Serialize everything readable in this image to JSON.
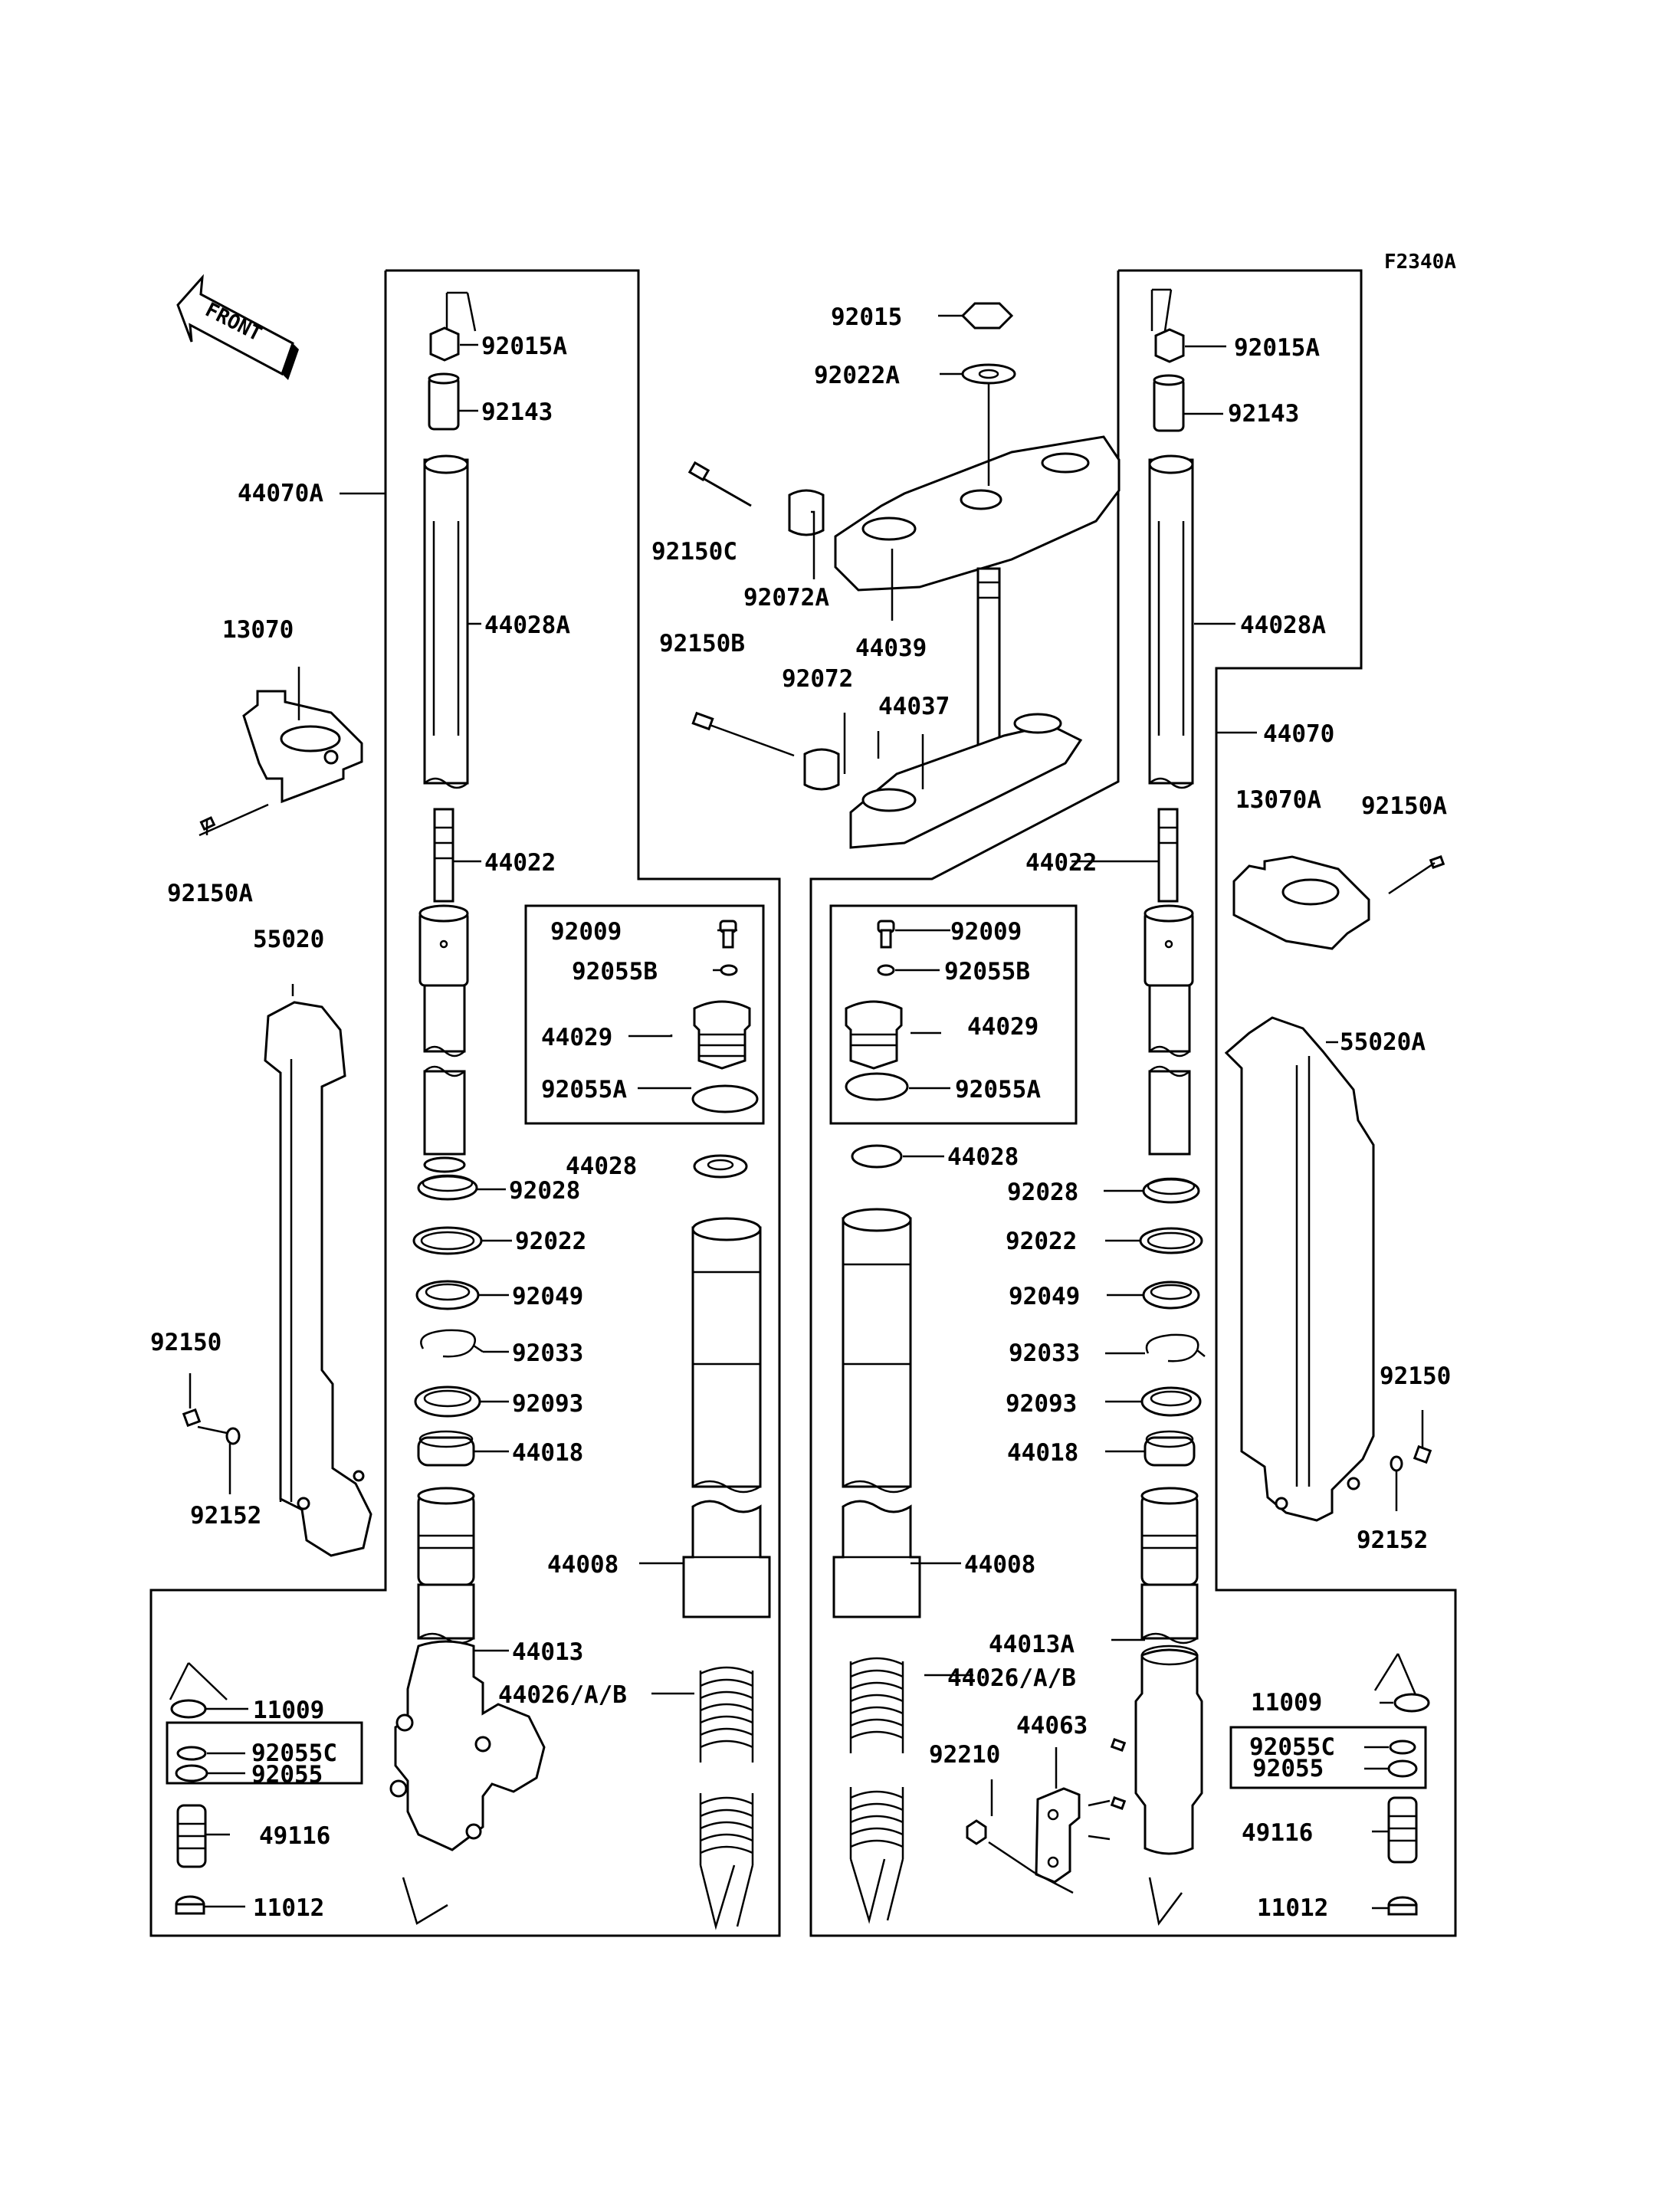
{
  "diagram_code": "F2340A",
  "front_arrow_label": "FRONT",
  "labels": {
    "l_92015A": "92015A",
    "l_92143": "92143",
    "l_44070A": "44070A",
    "l_44028A": "44028A",
    "l_13070": "13070",
    "l_92150A": "92150A",
    "l_55020": "55020",
    "l_44022": "44022",
    "l_92009": "92009",
    "l_92055B": "92055B",
    "l_44029": "44029",
    "l_92055A": "92055A",
    "l_44028": "44028",
    "l_92028": "92028",
    "l_92022": "92022",
    "l_92049": "92049",
    "l_92033": "92033",
    "l_92093": "92093",
    "l_44018": "44018",
    "l_92150": "92150",
    "l_92152": "92152",
    "l_44008": "44008",
    "l_44013": "44013",
    "l_44026": "44026/A/B",
    "l_11009": "11009",
    "l_92055C": "92055C",
    "l_92055": "92055",
    "l_49116": "49116",
    "l_11012": "11012",
    "c_92015": "92015",
    "c_92022A": "92022A",
    "c_92150C": "92150C",
    "c_92072A": "92072A",
    "c_44039": "44039",
    "c_92150B": "92150B",
    "c_92072": "92072",
    "c_44037": "44037",
    "r_92015A": "92015A",
    "r_92143": "92143",
    "r_44028A": "44028A",
    "r_44070": "44070",
    "r_13070A": "13070A",
    "r_92150A": "92150A",
    "r_44022": "44022",
    "r_92009": "92009",
    "r_92055B": "92055B",
    "r_44029": "44029",
    "r_92055A": "92055A",
    "r_55020A": "55020A",
    "r_44028": "44028",
    "r_92028": "92028",
    "r_92022": "92022",
    "r_92049": "92049",
    "r_92033": "92033",
    "r_92093": "92093",
    "r_44018": "44018",
    "r_92150": "92150",
    "r_92152": "92152",
    "r_44008": "44008",
    "r_44013A": "44013A",
    "r_44026": "44026/A/B",
    "r_44063": "44063",
    "r_92210": "92210",
    "r_11009": "11009",
    "r_92055C": "92055C",
    "r_92055": "92055",
    "r_49116": "49116",
    "r_11012": "11012"
  }
}
